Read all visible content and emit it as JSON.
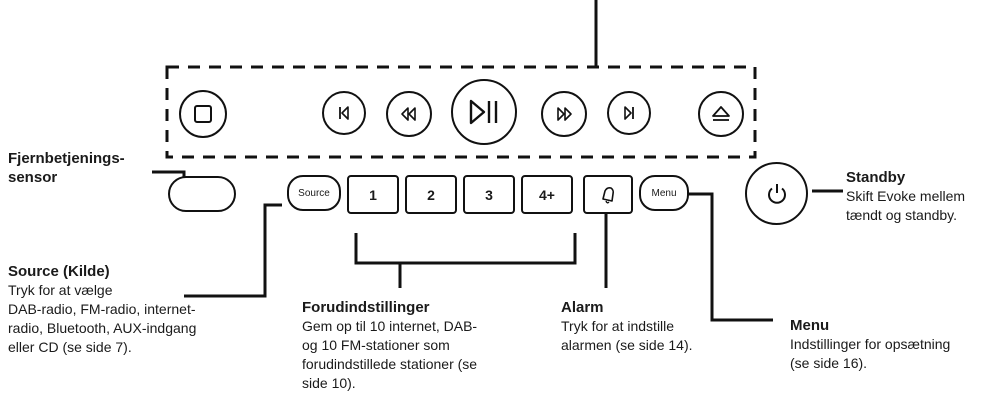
{
  "buttons": {
    "source": "Source",
    "preset1": "1",
    "preset2": "2",
    "preset3": "3",
    "preset4": "4+",
    "menu": "Menu"
  },
  "labels": {
    "sensor_title_1": "Fjernbetjenings-",
    "sensor_title_2": "sensor",
    "source_title": "Source (Kilde)",
    "source_lines": [
      "Tryk for at vælge",
      "DAB-radio, FM-radio, internet-",
      "radio, Bluetooth, AUX-indgang",
      "eller CD (se side 7)."
    ],
    "presets_title": "Forudindstillinger",
    "presets_lines": [
      "Gem op til 10 internet, DAB-",
      "og 10 FM-stationer som",
      "forudindstillede stationer (se",
      "side 10)."
    ],
    "alarm_title": "Alarm",
    "alarm_lines": [
      "Tryk for at indstille",
      "alarmen (se side 14)."
    ],
    "menu_title": "Menu",
    "menu_lines": [
      "Indstillinger for opsætning",
      "(se side 16)."
    ],
    "standby_title": "Standby",
    "standby_lines": [
      "Skift Evoke mellem",
      "tændt og standby."
    ]
  },
  "icons": [
    "stop-icon",
    "previous-track-icon",
    "rewind-icon",
    "play-pause-icon",
    "fast-forward-icon",
    "next-track-icon",
    "eject-icon",
    "alarm-bell-icon",
    "power-icon"
  ]
}
